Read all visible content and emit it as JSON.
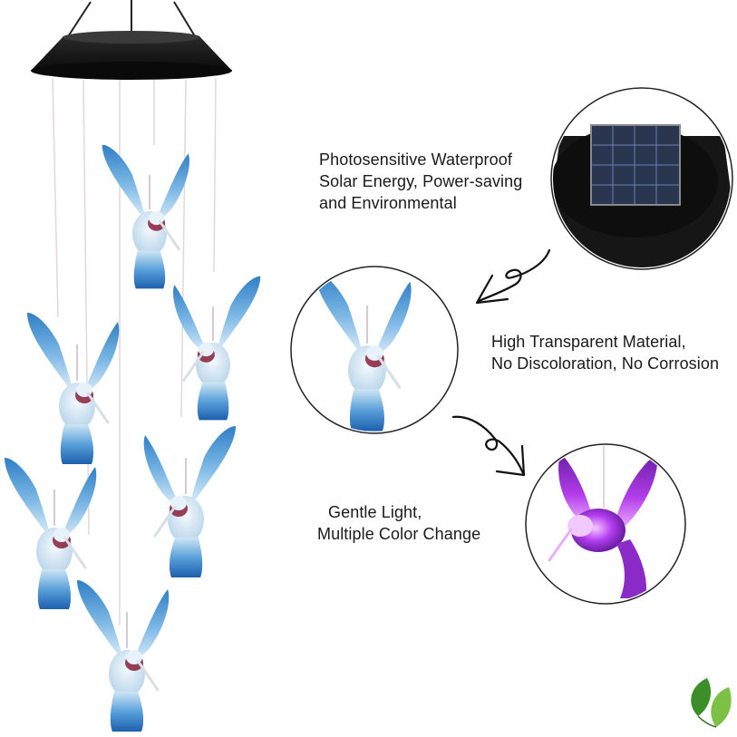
{
  "features": [
    {
      "lines": [
        "Photosensitive Waterproof",
        "Solar Energy, Power-saving",
        "and Environmental"
      ]
    },
    {
      "lines": [
        "High Transparent Material,",
        "No Discoloration, No Corrosion"
      ]
    },
    {
      "lines": [
        "Gentle Light,",
        "Multiple Color Change"
      ]
    }
  ],
  "colors": {
    "feather_blue": "#3f8fd0",
    "feather_light": "#cfe6f5",
    "throat_red": "#8a1f3a",
    "purple_glow": "#b23cf0",
    "solar_black": "#121212",
    "leaf_green": "#5aa832"
  },
  "icons": [
    "solar-panel-icon",
    "hummingbird-icon",
    "arrow-icon",
    "leaf-logo-icon"
  ]
}
